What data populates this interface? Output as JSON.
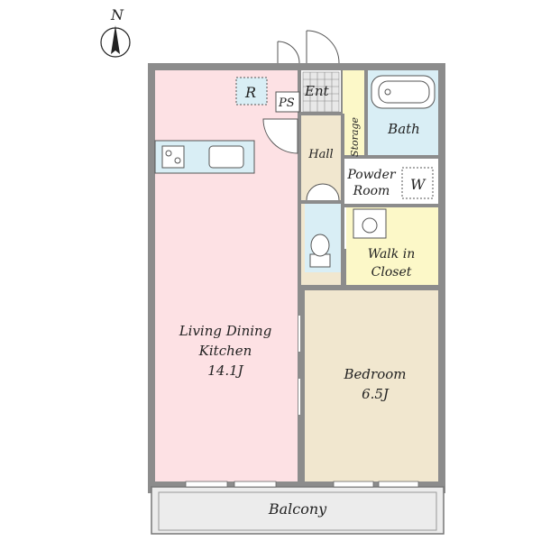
{
  "compass": {
    "label": "N",
    "icon": "north-arrow-icon"
  },
  "rooms": {
    "ldk": {
      "name_line1": "Living Dining",
      "name_line2": "Kitchen",
      "size": "14.1J",
      "color": "#fde1e4"
    },
    "bedroom": {
      "name": "Bedroom",
      "size": "6.5J",
      "color": "#f1e7cf"
    },
    "bath": {
      "name": "Bath",
      "color": "#d9eef5"
    },
    "powder_room": {
      "name_line1": "Powder",
      "name_line2": "Room",
      "color": "#ffffff"
    },
    "walk_in_closet": {
      "name_line1": "Walk in",
      "name_line2": "Closet",
      "color": "#fcf8c8"
    },
    "hall": {
      "name": "Hall",
      "color": "#f1e7cf"
    },
    "storage": {
      "name": "Storage",
      "color": "#fcf8c8"
    },
    "entrance": {
      "name": "Ent",
      "color": "#ffffff"
    },
    "balcony": {
      "name": "Balcony",
      "color": "#ececec"
    },
    "toilet": {
      "color": "#d9eef5"
    }
  },
  "fixtures": {
    "refrigerator": "R",
    "pipe_space": "PS",
    "washer": "W"
  },
  "colors": {
    "wall": "#8c8c8c",
    "outline": "#555555"
  }
}
